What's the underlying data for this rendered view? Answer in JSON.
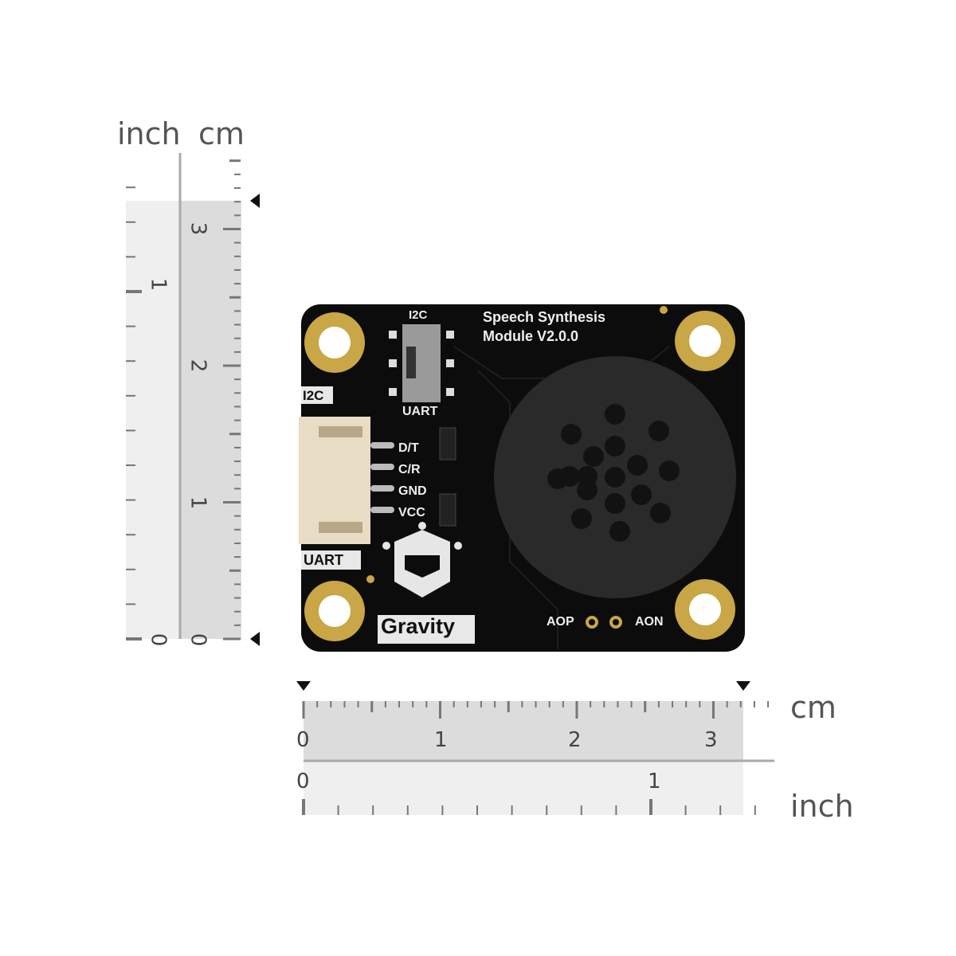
{
  "vertical_ruler": {
    "inch_label": "inch",
    "cm_label": "cm",
    "cm_numbers": [
      "0",
      "1",
      "2",
      "3"
    ],
    "inch_numbers": [
      "0",
      "1"
    ]
  },
  "horizontal_ruler": {
    "cm_label": "cm",
    "inch_label": "inch",
    "cm_numbers": [
      "0",
      "1",
      "2",
      "3"
    ],
    "inch_numbers": [
      "0",
      "1"
    ]
  },
  "board": {
    "title_line1": "Speech Synthesis",
    "title_line2": "Module V2.0.0",
    "switch_top": "I2C",
    "switch_bottom": "UART",
    "side_top": "I2C",
    "side_bottom": "UART",
    "pins": [
      "D/T",
      "C/R",
      "GND",
      "VCC"
    ],
    "brand": "Gravity",
    "aop": "AOP",
    "aon": "AON"
  },
  "colors": {
    "pcb": "#0c0c0c",
    "gold": "#c9a646",
    "speaker": "#2a2a2a",
    "connector": "#e9dcc4",
    "ruler_shade": "#dcdcdc"
  }
}
